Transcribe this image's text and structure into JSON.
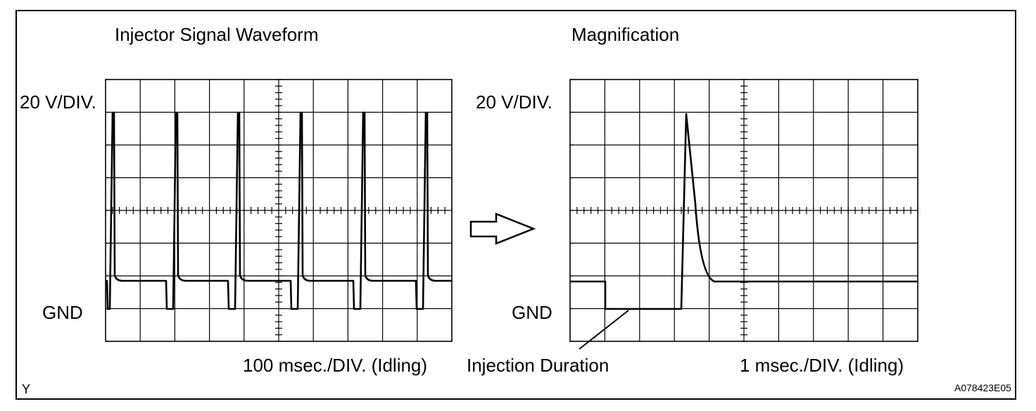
{
  "left_panel": {
    "title": "Injector Signal Waveform",
    "vscale_label": "20 V/DIV.",
    "ground_label": "GND",
    "hscale_label": "100 msec./DIV. (Idling)"
  },
  "right_panel": {
    "title": "Magnification",
    "vscale_label": "20 V/DIV.",
    "ground_label": "GND",
    "hscale_label": "1 msec./DIV. (Idling)",
    "callout_label": "Injection Duration"
  },
  "corner_mark": "Y",
  "figure_code": "A078423E05",
  "colors": {
    "ink": "#000000",
    "background": "#ffffff"
  },
  "icons": {
    "arrow": "right-arrow-icon"
  }
}
